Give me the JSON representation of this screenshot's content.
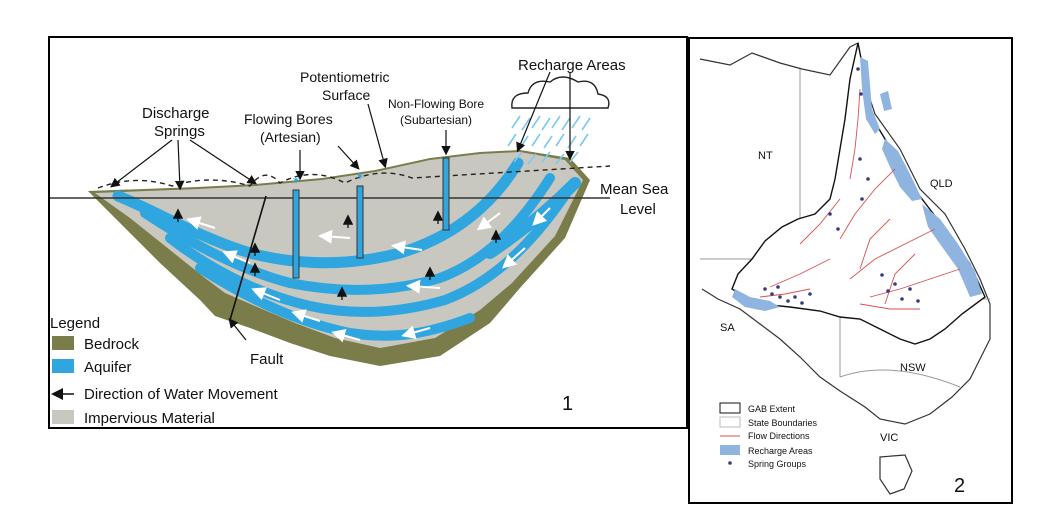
{
  "panel1": {
    "labels": {
      "recharge_areas": "Recharge Areas",
      "potentiometric_1": "Potentiometric",
      "potentiometric_2": "Surface",
      "non_flowing_1": "Non-Flowing Bore",
      "non_flowing_2": "(Subartesian)",
      "flowing_1": "Flowing Bores",
      "flowing_2": "(Artesian)",
      "discharge_1": "Discharge",
      "discharge_2": "Springs",
      "mean_sea_1": "Mean Sea",
      "mean_sea_2": "Level",
      "fault": "Fault"
    },
    "legend": {
      "title": "Legend",
      "items": [
        "Bedrock",
        "Aquifer",
        "Direction of Water Movement",
        "Impervious Material"
      ]
    },
    "panel_number": "1",
    "colors": {
      "bedrock": "#7a7c4a",
      "aquifer": "#2fa6df",
      "impervious": "#c8c8c0"
    }
  },
  "panel2": {
    "state_labels": [
      "NT",
      "QLD",
      "SA",
      "NSW",
      "VIC"
    ],
    "legend": {
      "items": [
        "GAB Extent",
        "State Boundaries",
        "Flow Directions",
        "Recharge Areas",
        "Spring Groups"
      ]
    },
    "panel_number": "2",
    "colors": {
      "recharge": "#8fb4e0",
      "flow": "#d95050",
      "springs": "#3a3a80",
      "boundary": "#9a9a9a"
    }
  }
}
